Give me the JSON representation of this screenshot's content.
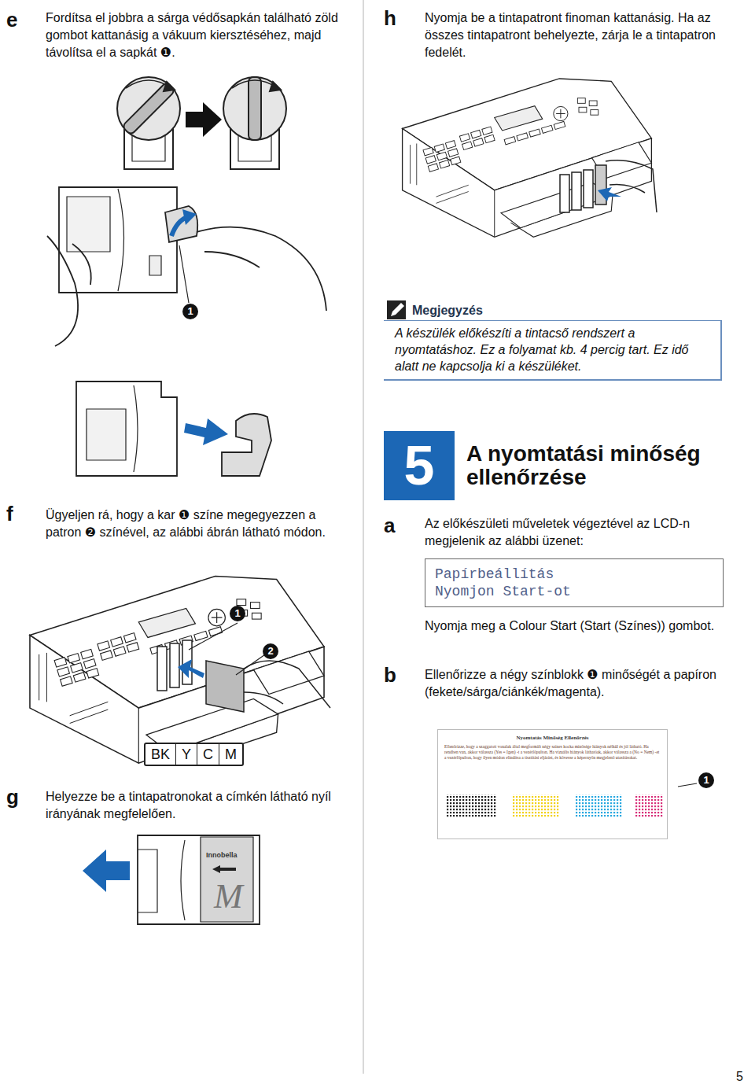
{
  "diagram": {
    "nodes": [
      {
        "text": [
          "Megjegyzés",
          "A készülék előkészíti a tintacső rendszert a nyomtatáshoz. Ez a folyamat kb. 4 percig tart. Ez idő alatt ne kapcsolja ki a készüléket."
        ]
      },
      {
        "text": [
          "5",
          "A nyomtatási minőség ellenőrzése"
        ]
      },
      {
        "text": [
          "Papírbeállítás",
          "Nyomjon Start-ot"
        ]
      },
      {
        "text": [
          "BK",
          "Y",
          "C",
          "M"
        ]
      },
      {
        "text": [
          "Nyomtatás Minőség Ellenőrzés",
          "Ellenőrizze, hogy a szaggatott vonalak által megformált négy színes kocka minősége hiányok nélkül és jól látható. Ha rendben van, akkor válassza (Yes = Igen) -t a vezérlőpulton. Ha vizuális hiányok láthatóak, akkor válassza a (No = Nem) -et a vezérlőpulton, hogy ilyen módon elindítsa a tisztítási eljárást, és kövesse a képernyőn megjelenő utasításokat."
        ]
      }
    ],
    "labels": [
      "e",
      "Fordítsa el jobbra a sárga védősapkán található zöld gombot kattanásig a vákuum kiersztéséhez, majd távolítsa el a sapkát ❶.",
      "h",
      "Nyomja be a tintapatront finoman kattanásig. Ha az összes tintapatront behelyezte, zárja le a tintapatron fedelét.",
      "1",
      "f",
      "Ügyeljen rá, hogy a kar ❶ színe megegyezzen a patron ❷ színével, az alábbi ábrán látható módon.",
      "1",
      "2",
      "g",
      "Helyezze be a tintapatronokat a címkén látható nyíl irányának megfelelően.",
      "Innobella",
      "M",
      "a",
      "Az előkészületi műveletek végeztével az LCD-n megjelenik az alábbi üzenet:",
      "Nyomja meg a Colour Start (Start (Színes)) gombot.",
      "b",
      "Ellenőrizze a négy színblokk ❶ minőségét a papíron (fekete/sárga/ciánkék/magenta).",
      "1",
      "5"
    ]
  }
}
